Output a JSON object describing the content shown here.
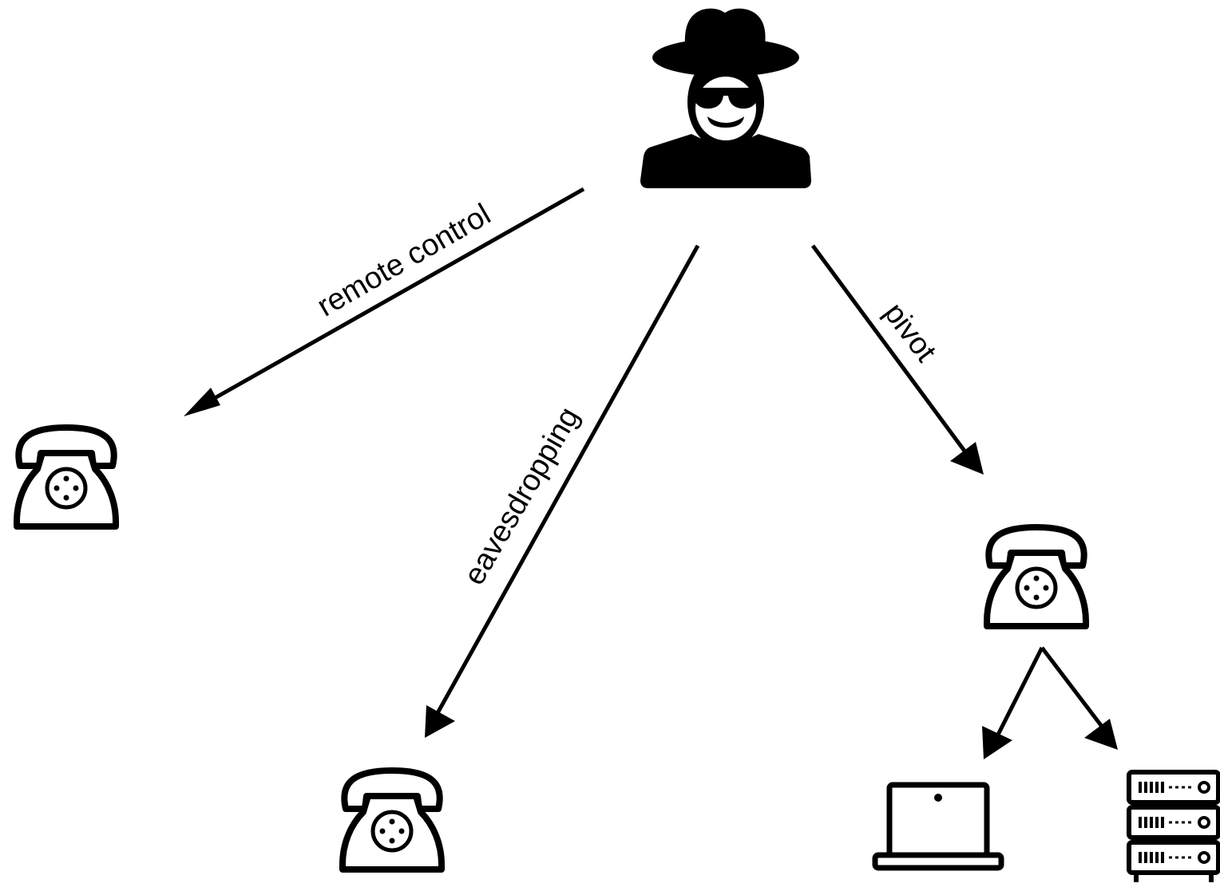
{
  "nodes": {
    "attacker": {
      "icon": "hacker-icon"
    },
    "phone_left": {
      "icon": "telephone-icon"
    },
    "phone_bottom": {
      "icon": "telephone-icon"
    },
    "phone_right": {
      "icon": "telephone-icon"
    },
    "laptop": {
      "icon": "laptop-icon"
    },
    "server": {
      "icon": "server-rack-icon"
    }
  },
  "edges": {
    "remote_control": {
      "label": "remote control",
      "from": "attacker",
      "to": "phone_left"
    },
    "eavesdropping": {
      "label": "eavesdropping",
      "from": "attacker",
      "to": "phone_bottom"
    },
    "pivot": {
      "label": "pivot",
      "from": "attacker",
      "to": "phone_right"
    },
    "to_laptop": {
      "label": "",
      "from": "phone_right",
      "to": "laptop"
    },
    "to_server": {
      "label": "",
      "from": "phone_right",
      "to": "server"
    }
  },
  "colors": {
    "stroke": "#000000",
    "background": "#ffffff"
  }
}
